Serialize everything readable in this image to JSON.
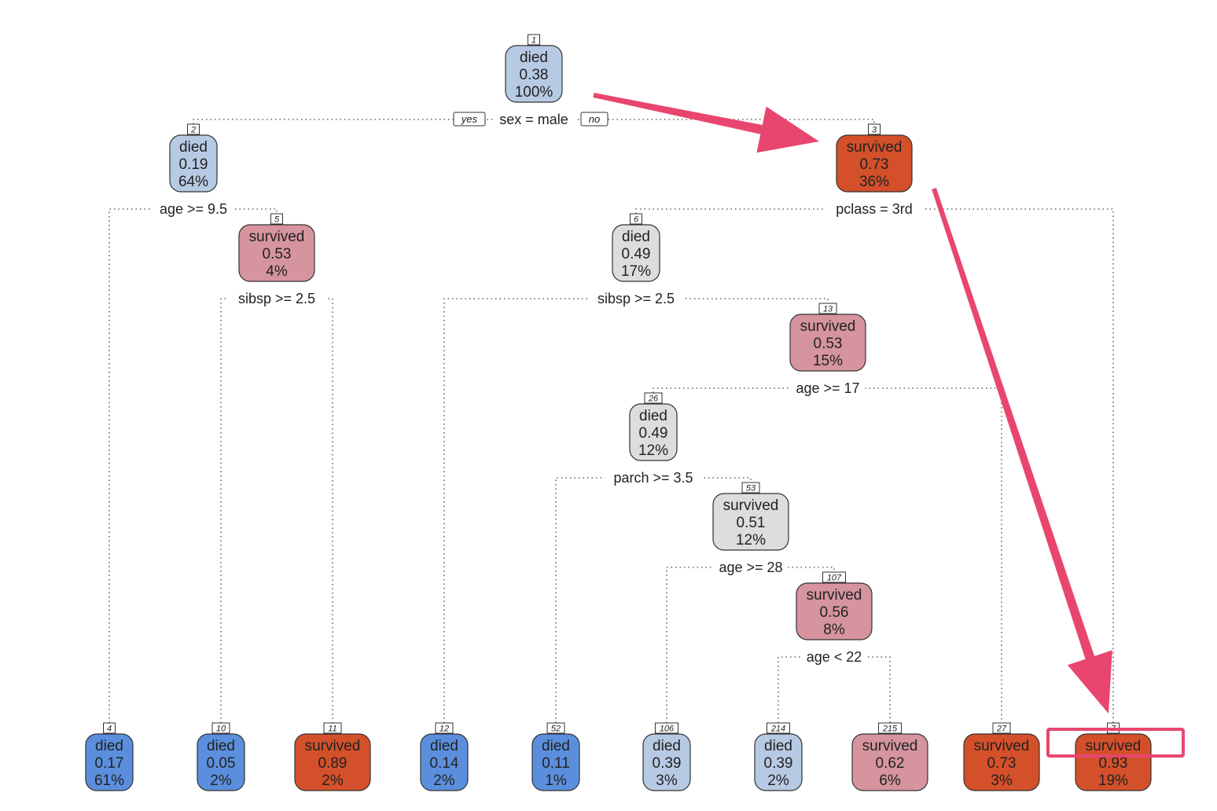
{
  "colors": {
    "light_blue": "#b7cae4",
    "blue": "#5b8fdd",
    "grey": "#dddddd",
    "pink": "#d6949f",
    "orange": "#d4502a",
    "annotation": "#e8466e"
  },
  "edge_labels": {
    "yes": "yes",
    "no": "no"
  },
  "nodes": [
    {
      "id": "1",
      "class": "died",
      "prob": "0.38",
      "pct": "100%",
      "color": "light_blue"
    },
    {
      "id": "2",
      "class": "died",
      "prob": "0.19",
      "pct": "64%",
      "color": "light_blue"
    },
    {
      "id": "3",
      "class": "survived",
      "prob": "0.73",
      "pct": "36%",
      "color": "orange"
    },
    {
      "id": "5",
      "class": "survived",
      "prob": "0.53",
      "pct": "4%",
      "color": "pink"
    },
    {
      "id": "6",
      "class": "died",
      "prob": "0.49",
      "pct": "17%",
      "color": "grey"
    },
    {
      "id": "13",
      "class": "survived",
      "prob": "0.53",
      "pct": "15%",
      "color": "pink"
    },
    {
      "id": "26",
      "class": "died",
      "prob": "0.49",
      "pct": "12%",
      "color": "grey"
    },
    {
      "id": "53",
      "class": "survived",
      "prob": "0.51",
      "pct": "12%",
      "color": "grey"
    },
    {
      "id": "107",
      "class": "survived",
      "prob": "0.56",
      "pct": "8%",
      "color": "pink"
    },
    {
      "id": "4",
      "class": "died",
      "prob": "0.17",
      "pct": "61%",
      "color": "blue"
    },
    {
      "id": "10",
      "class": "died",
      "prob": "0.05",
      "pct": "2%",
      "color": "blue"
    },
    {
      "id": "11",
      "class": "survived",
      "prob": "0.89",
      "pct": "2%",
      "color": "orange"
    },
    {
      "id": "12",
      "class": "died",
      "prob": "0.14",
      "pct": "2%",
      "color": "blue"
    },
    {
      "id": "52",
      "class": "died",
      "prob": "0.11",
      "pct": "1%",
      "color": "blue"
    },
    {
      "id": "106",
      "class": "died",
      "prob": "0.39",
      "pct": "3%",
      "color": "light_blue"
    },
    {
      "id": "214",
      "class": "died",
      "prob": "0.39",
      "pct": "2%",
      "color": "light_blue"
    },
    {
      "id": "215",
      "class": "survived",
      "prob": "0.62",
      "pct": "6%",
      "color": "pink"
    },
    {
      "id": "27",
      "class": "survived",
      "prob": "0.73",
      "pct": "3%",
      "color": "orange"
    },
    {
      "id": "7",
      "class": "survived",
      "prob": "0.93",
      "pct": "19%",
      "color": "orange"
    }
  ],
  "splits": [
    {
      "node": "1",
      "label": "sex = male",
      "left": "2",
      "right": "3"
    },
    {
      "node": "2",
      "label": "age >= 9.5",
      "left": "4",
      "right": "5"
    },
    {
      "node": "3",
      "label": "pclass = 3rd",
      "left": "6",
      "right": "7"
    },
    {
      "node": "5",
      "label": "sibsp >= 2.5",
      "left": "10",
      "right": "11"
    },
    {
      "node": "6",
      "label": "sibsp >= 2.5",
      "left": "12",
      "right": "13"
    },
    {
      "node": "13",
      "label": "age >= 17",
      "left": "26",
      "right": "27"
    },
    {
      "node": "26",
      "label": "parch >= 3.5",
      "left": "52",
      "right": "53"
    },
    {
      "node": "53",
      "label": "age >= 28",
      "left": "106",
      "right": "107"
    },
    {
      "node": "107",
      "label": "age < 22",
      "left": "214",
      "right": "215"
    }
  ]
}
